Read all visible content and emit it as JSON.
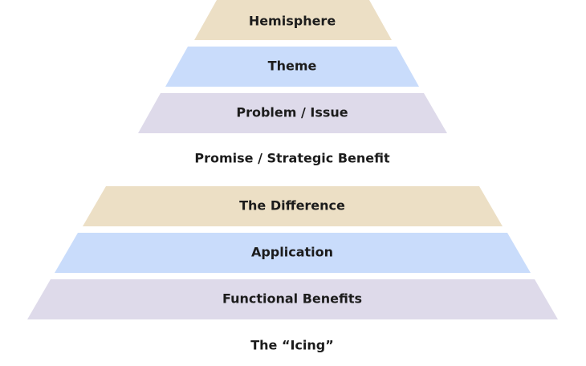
{
  "pyramid": {
    "layers": [
      {
        "label": "Hemisphere",
        "color": "#ecdfc5"
      },
      {
        "label": "Theme",
        "color": "#c9dcfb"
      },
      {
        "label": "Problem / Issue",
        "color": "#dedaea"
      },
      {
        "label": "Promise / Strategic Benefit",
        "color": ""
      },
      {
        "label": "The Difference",
        "color": "#ecdfc5"
      },
      {
        "label": "Application",
        "color": "#c9dcfb"
      },
      {
        "label": "Functional Benefits",
        "color": "#dedaea"
      },
      {
        "label": "The “Icing”",
        "color": ""
      }
    ]
  }
}
